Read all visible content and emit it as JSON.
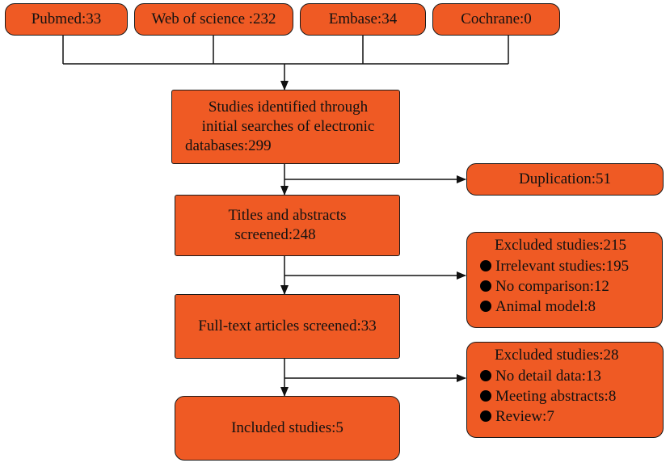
{
  "sources": [
    {
      "label": "Pubmed:33"
    },
    {
      "label": "Web of science :232"
    },
    {
      "label": "Embase:34"
    },
    {
      "label": "Cochrane:0"
    }
  ],
  "identified": {
    "line1": "Studies identified through",
    "line2": "initial searches of electronic",
    "line3": "databases:299"
  },
  "duplication": {
    "label": "Duplication:51"
  },
  "screened": {
    "line1": "Titles and abstracts",
    "line2": "screened:248"
  },
  "excluded_1": {
    "heading": "Excluded studies:215",
    "items": [
      {
        "label": "Irrelevant studies:195"
      },
      {
        "label": "No comparison:12"
      },
      {
        "label": "Animal model:8"
      }
    ]
  },
  "fulltext": {
    "label": "Full-text articles screened:33"
  },
  "excluded_2": {
    "heading": "Excluded studies:28",
    "items": [
      {
        "label": "No detail data:13"
      },
      {
        "label": "Meeting abstracts:8"
      },
      {
        "label": "Review:7"
      }
    ]
  },
  "included": {
    "label": "Included studies:5"
  },
  "colors": {
    "box_fill": "#ef5a24",
    "border": "#1a1a1a",
    "line": "#111111",
    "bullet": "#000000"
  }
}
